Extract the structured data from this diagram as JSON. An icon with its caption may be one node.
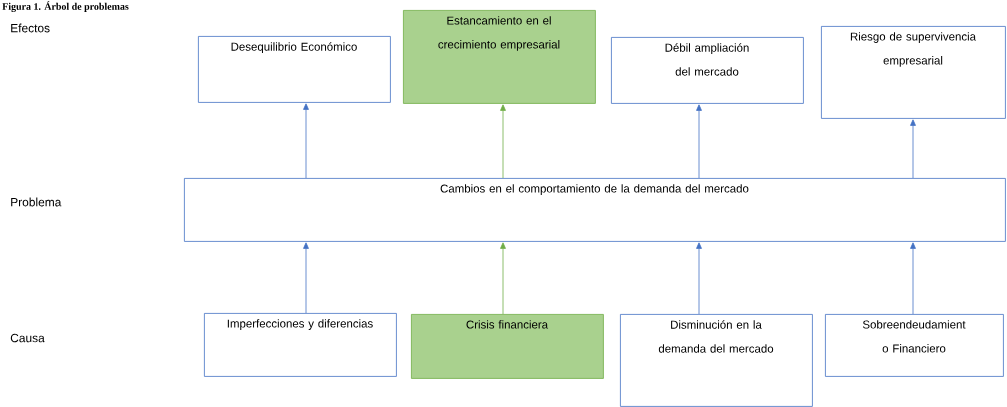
{
  "diagram": {
    "title": "Figura 1. Árbol de problemas",
    "nodes": [
      {
        "text": [
          "Desequilibrio Económico"
        ]
      },
      {
        "text": [
          "Estancamiento  en el crecimiento empresarial"
        ]
      },
      {
        "text": [
          "Débil ampliación del mercado"
        ]
      },
      {
        "text": [
          "Riesgo de supervivencia empresarial"
        ]
      },
      {
        "text": [
          "Cambios en el comportamiento  de la demanda del mercado"
        ]
      },
      {
        "text": [
          "Imperfecciones y diferencias"
        ]
      },
      {
        "text": [
          "Crisis financiera"
        ]
      },
      {
        "text": [
          "Disminución en la demanda del mercado"
        ]
      },
      {
        "text": [
          "Sobreendeudamient o Financiero"
        ]
      }
    ],
    "edges": [
      {
        "from": 4,
        "to": 0,
        "arrow": "to"
      },
      {
        "from": 4,
        "to": 1,
        "arrow": "to",
        "color": "#70ad47"
      },
      {
        "from": 4,
        "to": 2,
        "arrow": "to"
      },
      {
        "from": 4,
        "to": 3,
        "arrow": "to"
      },
      {
        "from": 5,
        "to": 4,
        "arrow": "to"
      },
      {
        "from": 6,
        "to": 4,
        "arrow": "to",
        "color": "#70ad47"
      },
      {
        "from": 7,
        "to": 4,
        "arrow": "to"
      },
      {
        "from": 8,
        "to": 4,
        "arrow": "to"
      }
    ],
    "labels": [
      "Efectos",
      "Problema",
      "Causa"
    ]
  }
}
